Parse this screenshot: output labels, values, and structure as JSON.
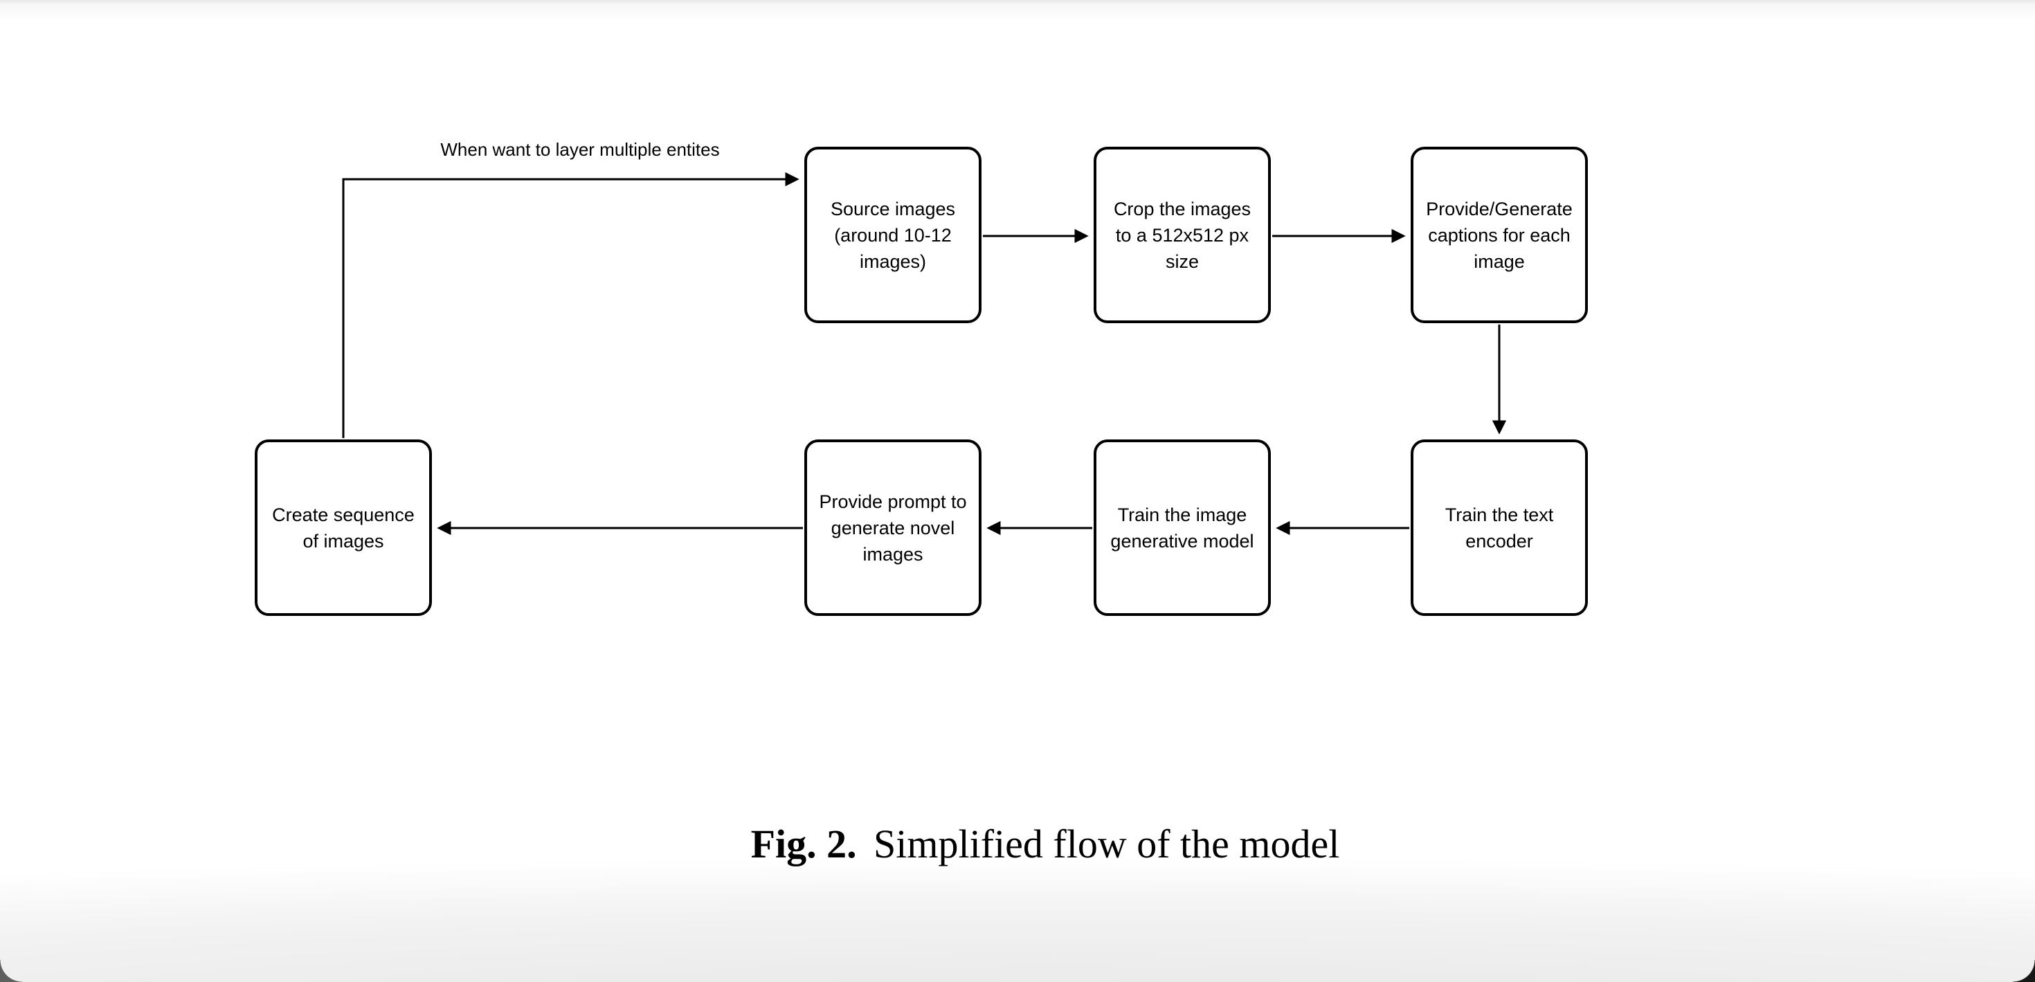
{
  "figure": {
    "caption": {
      "prefix": "Fig. 2.",
      "text": "Simplified flow of the model"
    }
  },
  "diagram": {
    "loop_label": "When want to layer multiple entites",
    "nodes": [
      {
        "id": "source-images",
        "label": "Source images\n(around 10-12\nimages)"
      },
      {
        "id": "crop-images",
        "label": "Crop the images\nto a 512x512 px\nsize"
      },
      {
        "id": "generate-captions",
        "label": "Provide/Generate\ncaptions for each\nimage"
      },
      {
        "id": "train-text-encoder",
        "label": "Train the text\nencoder"
      },
      {
        "id": "train-image-model",
        "label": "Train the image\ngenerative model"
      },
      {
        "id": "prompt-novel-images",
        "label": "Provide prompt to\ngenerate novel\nimages"
      },
      {
        "id": "create-sequence",
        "label": "Create sequence\nof images"
      }
    ],
    "edges": [
      {
        "from": "source-images",
        "to": "crop-images"
      },
      {
        "from": "crop-images",
        "to": "generate-captions"
      },
      {
        "from": "generate-captions",
        "to": "train-text-encoder"
      },
      {
        "from": "train-text-encoder",
        "to": "train-image-model"
      },
      {
        "from": "train-image-model",
        "to": "prompt-novel-images"
      },
      {
        "from": "prompt-novel-images",
        "to": "create-sequence"
      },
      {
        "from": "create-sequence",
        "to": "source-images",
        "label": "When want to layer multiple entites"
      }
    ],
    "colors": {
      "node_fill": "#ffffff",
      "node_border": "#000000",
      "edge": "#000000",
      "text": "#000000"
    }
  },
  "window": {
    "background": "#ffffff",
    "top_edge_color": "#e8e8e8",
    "bottom_shade_color": "#e7e7e7",
    "corner_left_color": "#5f5f5f",
    "corner_right_color": "#161616"
  }
}
